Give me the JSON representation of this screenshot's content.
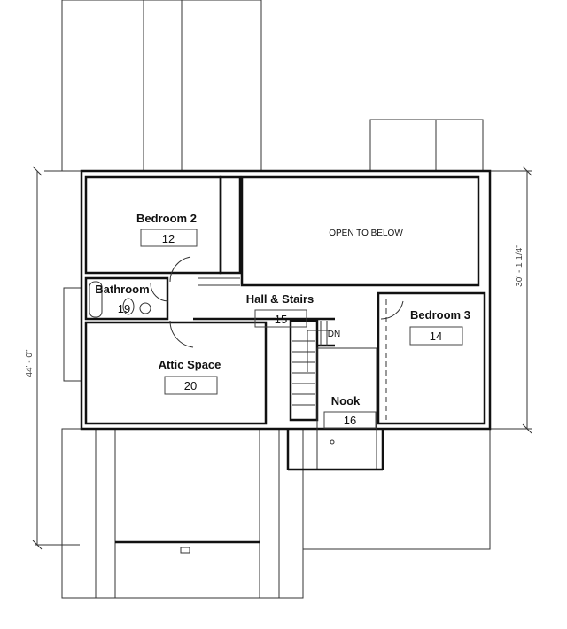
{
  "plan": {
    "rooms": [
      {
        "name": "Bedroom 2",
        "number": "12"
      },
      {
        "name": "OPEN TO BELOW"
      },
      {
        "name": "Bathroom",
        "number": "19"
      },
      {
        "name": "Hall & Stairs",
        "number": "15"
      },
      {
        "name": "Bedroom 3",
        "number": "14"
      },
      {
        "name": "Attic Space",
        "number": "20"
      },
      {
        "name": "Nook",
        "number": "16"
      }
    ],
    "stair_label": "DN",
    "dimensions": {
      "left": "44' - 0\"",
      "right": "30' - 1 1/4\""
    }
  }
}
